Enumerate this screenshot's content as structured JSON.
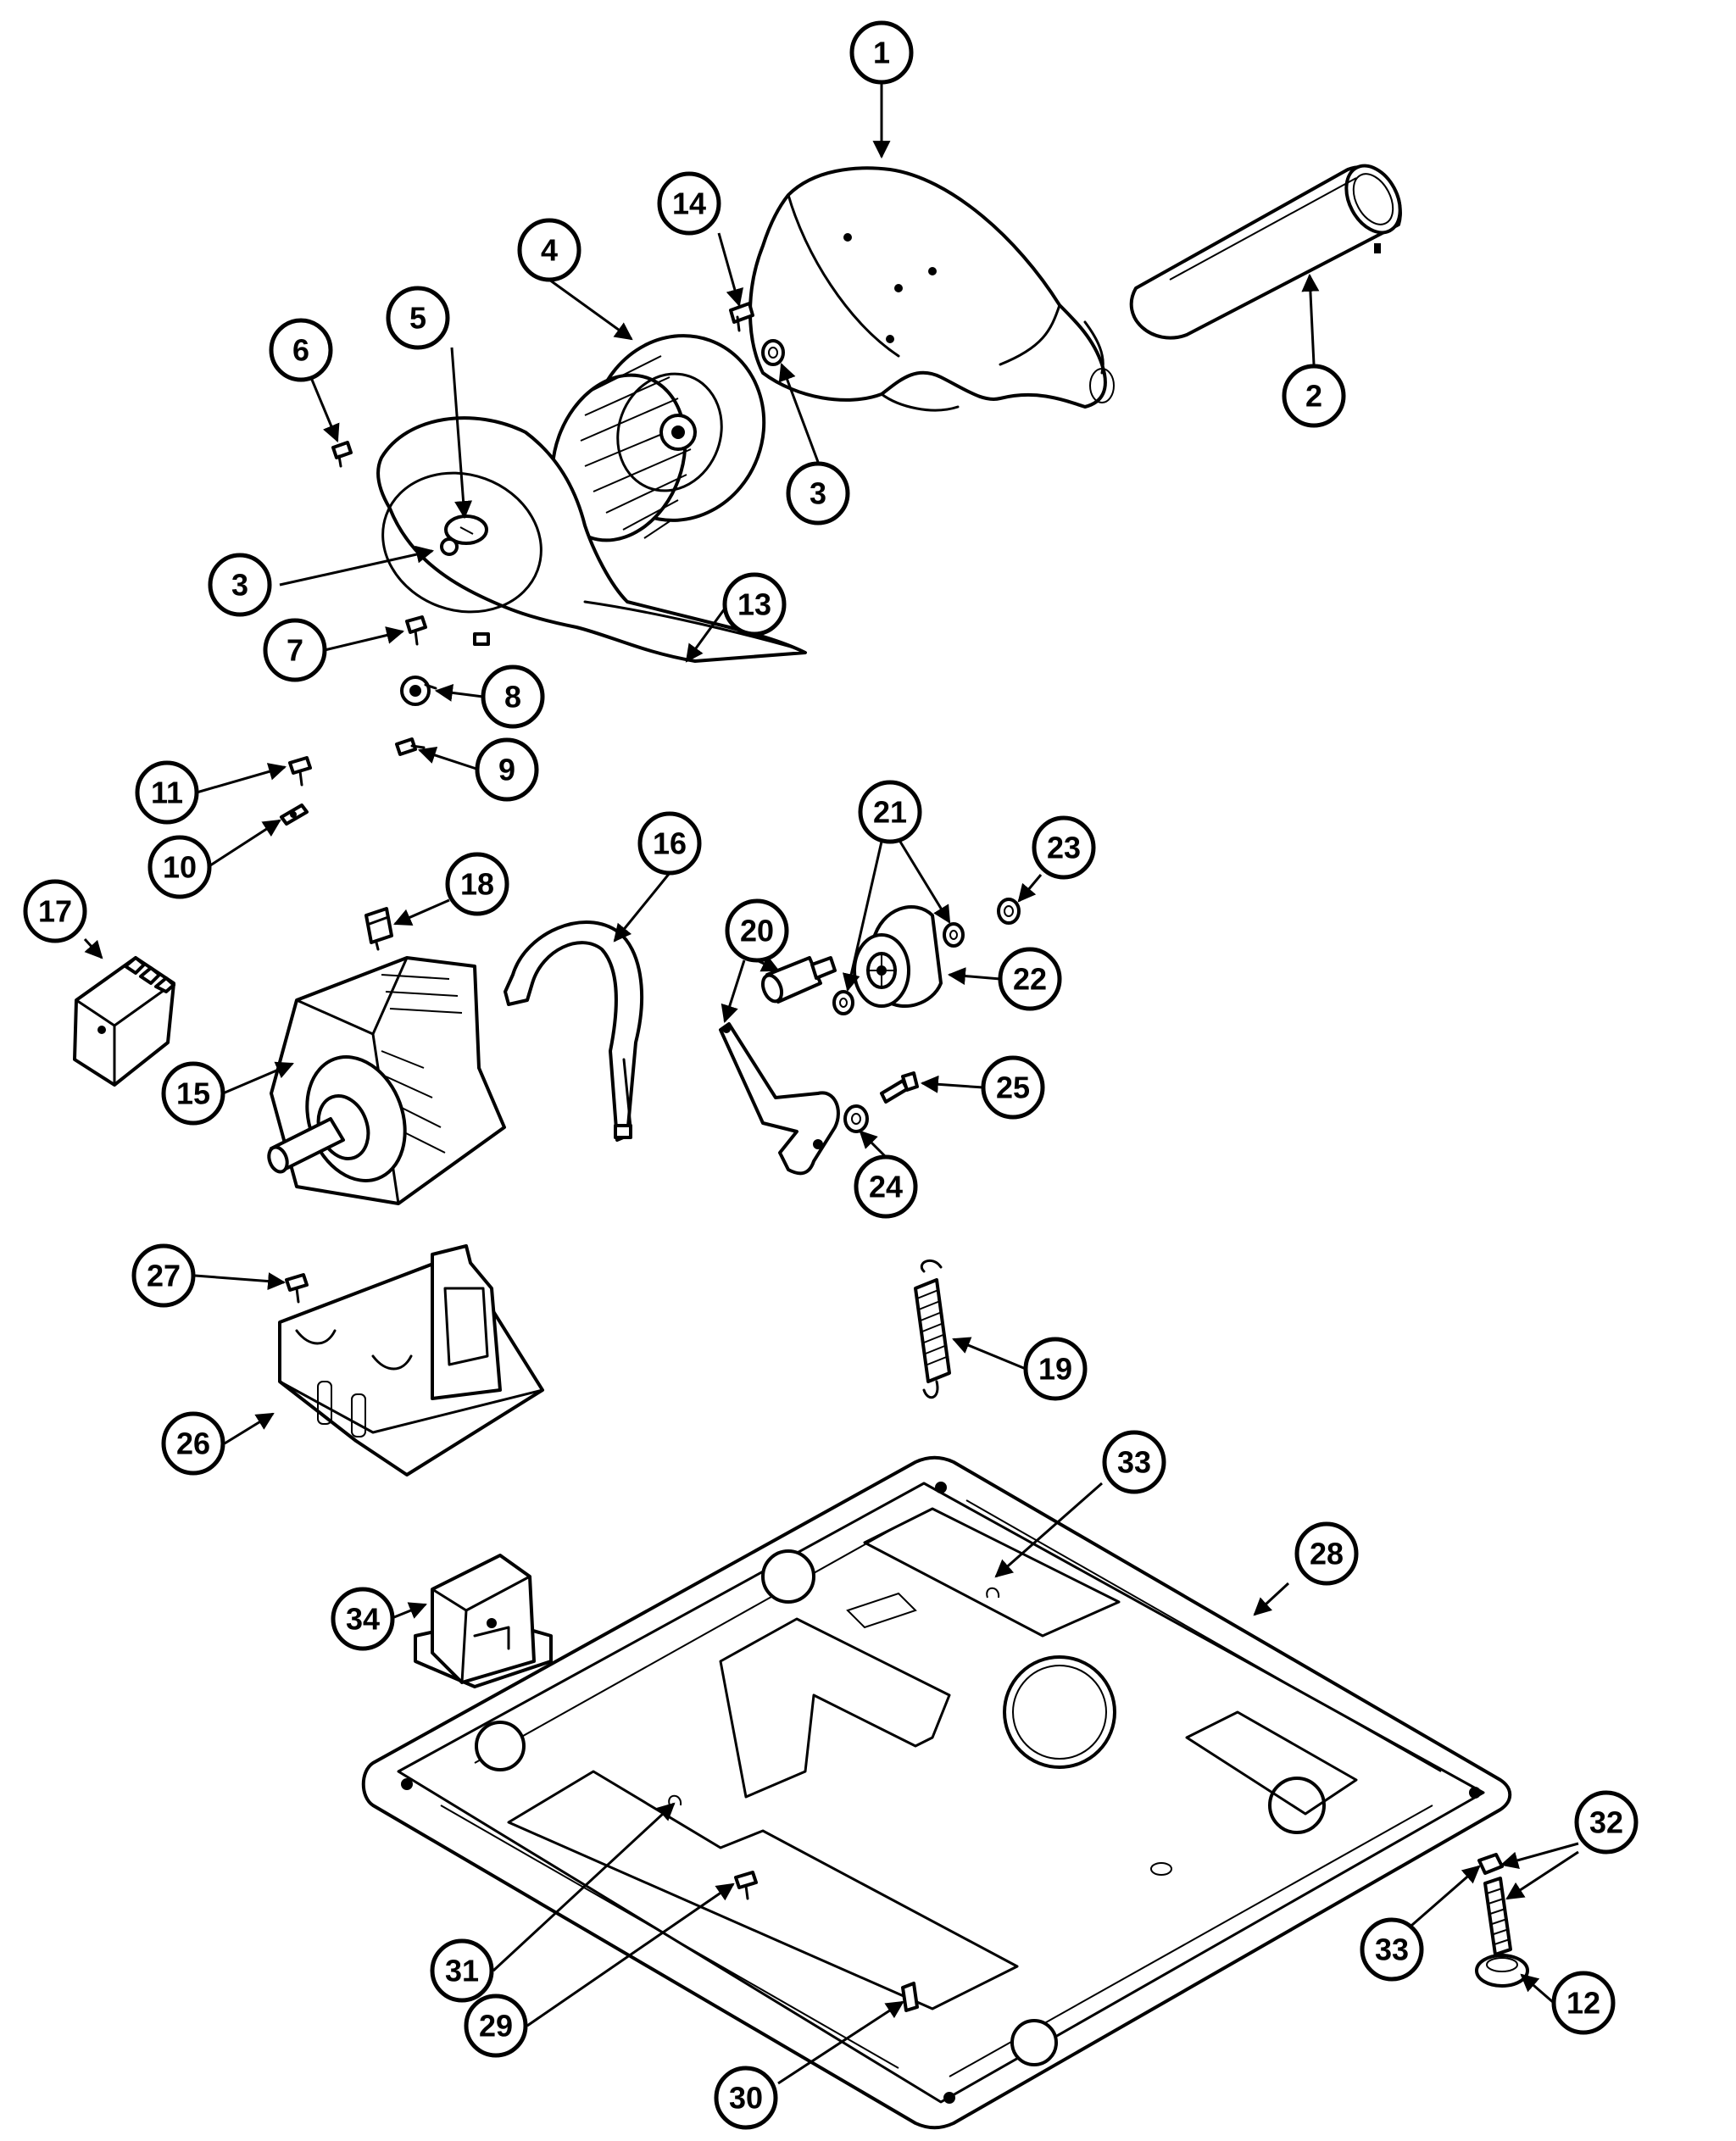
{
  "colors": {
    "ink": "#000000",
    "paper": "#ffffff"
  },
  "callouts": [
    {
      "id": "c1",
      "label": "1"
    },
    {
      "id": "c2",
      "label": "2"
    },
    {
      "id": "c3a",
      "label": "3"
    },
    {
      "id": "c3b",
      "label": "3"
    },
    {
      "id": "c4",
      "label": "4"
    },
    {
      "id": "c5",
      "label": "5"
    },
    {
      "id": "c6",
      "label": "6"
    },
    {
      "id": "c7",
      "label": "7"
    },
    {
      "id": "c8",
      "label": "8"
    },
    {
      "id": "c9",
      "label": "9"
    },
    {
      "id": "c10",
      "label": "10"
    },
    {
      "id": "c11",
      "label": "11"
    },
    {
      "id": "c12",
      "label": "12"
    },
    {
      "id": "c13",
      "label": "13"
    },
    {
      "id": "c14",
      "label": "14"
    },
    {
      "id": "c15",
      "label": "15"
    },
    {
      "id": "c16",
      "label": "16"
    },
    {
      "id": "c17",
      "label": "17"
    },
    {
      "id": "c18",
      "label": "18"
    },
    {
      "id": "c19",
      "label": "19"
    },
    {
      "id": "c20",
      "label": "20"
    },
    {
      "id": "c21",
      "label": "21"
    },
    {
      "id": "c22",
      "label": "22"
    },
    {
      "id": "c23",
      "label": "23"
    },
    {
      "id": "c24",
      "label": "24"
    },
    {
      "id": "c25",
      "label": "25"
    },
    {
      "id": "c26",
      "label": "26"
    },
    {
      "id": "c27",
      "label": "27"
    },
    {
      "id": "c28",
      "label": "28"
    },
    {
      "id": "c29",
      "label": "29"
    },
    {
      "id": "c30",
      "label": "30"
    },
    {
      "id": "c31",
      "label": "31"
    },
    {
      "id": "c32",
      "label": "32"
    },
    {
      "id": "c33a",
      "label": "33"
    },
    {
      "id": "c33b",
      "label": "33"
    },
    {
      "id": "c34",
      "label": "34"
    }
  ]
}
